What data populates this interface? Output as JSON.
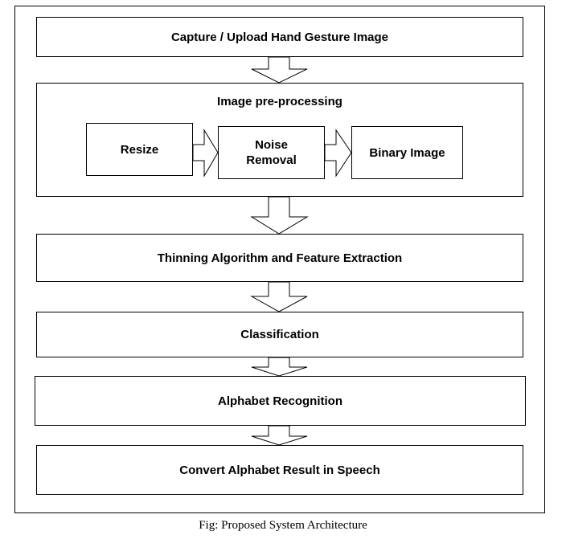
{
  "diagram": {
    "steps": {
      "capture": "Capture / Upload Hand Gesture Image",
      "preprocessing_title": "Image pre-processing",
      "resize": "Resize",
      "noise_line1": "Noise",
      "noise_line2": "Removal",
      "binary": "Binary Image",
      "thinning": "Thinning Algorithm and Feature Extraction",
      "classification": "Classification",
      "alphabet": "Alphabet Recognition",
      "speech": "Convert Alphabet Result in Speech"
    },
    "caption": "Fig: Proposed System Architecture"
  }
}
